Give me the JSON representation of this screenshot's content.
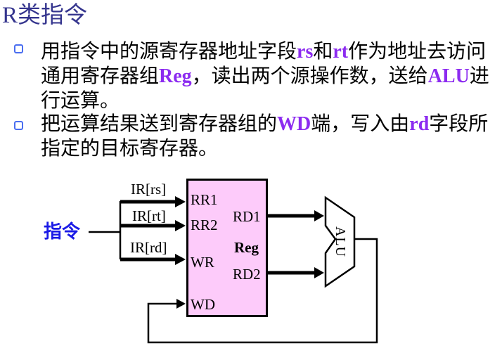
{
  "title": "R类指令",
  "bullets": [
    {
      "lines": [
        {
          "segments": [
            {
              "text": "用指令中的源寄存器地址字段",
              "hl": false
            },
            {
              "text": "rs",
              "hl": true
            },
            {
              "text": "和",
              "hl": false
            },
            {
              "text": "rt",
              "hl": true
            },
            {
              "text": "作为地址去访问",
              "hl": false
            }
          ]
        },
        {
          "segments": [
            {
              "text": "通用寄存器组",
              "hl": false
            },
            {
              "text": "Reg",
              "hl": true
            },
            {
              "text": "，读出两个源操作数，送给",
              "hl": false
            },
            {
              "text": "ALU",
              "hl": true
            },
            {
              "text": "进",
              "hl": false
            }
          ]
        },
        {
          "segments": [
            {
              "text": "行运算。",
              "hl": false
            }
          ]
        }
      ]
    },
    {
      "lines": [
        {
          "segments": [
            {
              "text": "把运算结果送到寄存器组的",
              "hl": false
            },
            {
              "text": "WD",
              "hl": true
            },
            {
              "text": "端，写入由",
              "hl": false
            },
            {
              "text": "rd",
              "hl": true
            },
            {
              "text": "字段所",
              "hl": false
            }
          ]
        },
        {
          "segments": [
            {
              "text": "指定的目标寄存器。",
              "hl": false
            }
          ]
        }
      ]
    }
  ],
  "diagram": {
    "instruction_label": "指令",
    "input_labels": {
      "rs": "IR[rs]",
      "rt": "IR[rt]",
      "rd": "IR[rd]"
    },
    "reg_box": {
      "title": "Reg",
      "rr1": "RR1",
      "rr2": "RR2",
      "wr": "WR",
      "wd": "WD",
      "rd1": "RD1",
      "rd2": "RD2"
    },
    "alu_label": "ALU"
  },
  "colors": {
    "title_color": "#35358E",
    "highlight_purple": "#8C2BF0",
    "instruction_blue": "#1A1AE6",
    "bullet_border_blue": "#4A6EF0",
    "register_box_fill": "#FDCBFA",
    "line_black": "#000000"
  }
}
